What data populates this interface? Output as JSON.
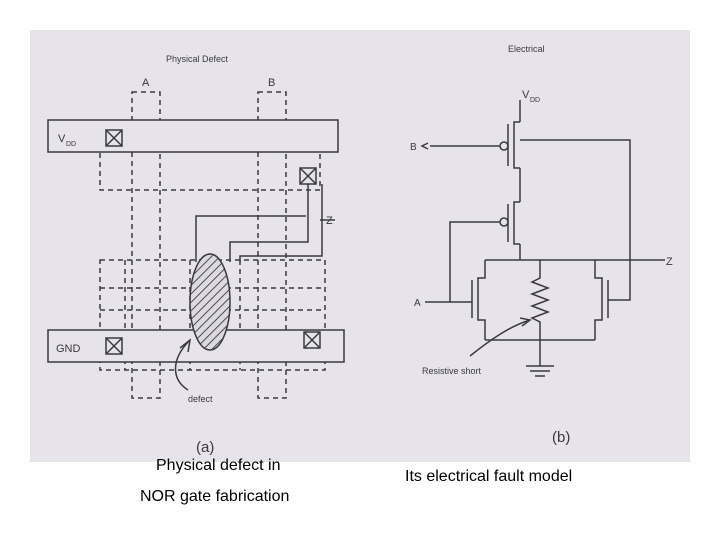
{
  "figure": {
    "colors": {
      "paper": "#e6e3ea",
      "ink": "#3a3a3c",
      "hatch": "#4a4a4c"
    },
    "left": {
      "title": "Physical Defect",
      "input_a": "A",
      "input_b": "B",
      "vdd": "V",
      "vdd_sub": "DD",
      "gnd": "GND",
      "output": "Z",
      "defect": "defect",
      "panel": "(a)"
    },
    "right": {
      "title": "Electrical",
      "vdd": "V",
      "vdd_sub": "DD",
      "input_b": "B",
      "input_a": "A",
      "output": "Z",
      "short": "Resistive short",
      "panel": "(b)"
    }
  },
  "captions": {
    "left_line1": "Physical defect in",
    "left_line2": "NOR gate fabrication",
    "right": "Its electrical fault model"
  }
}
